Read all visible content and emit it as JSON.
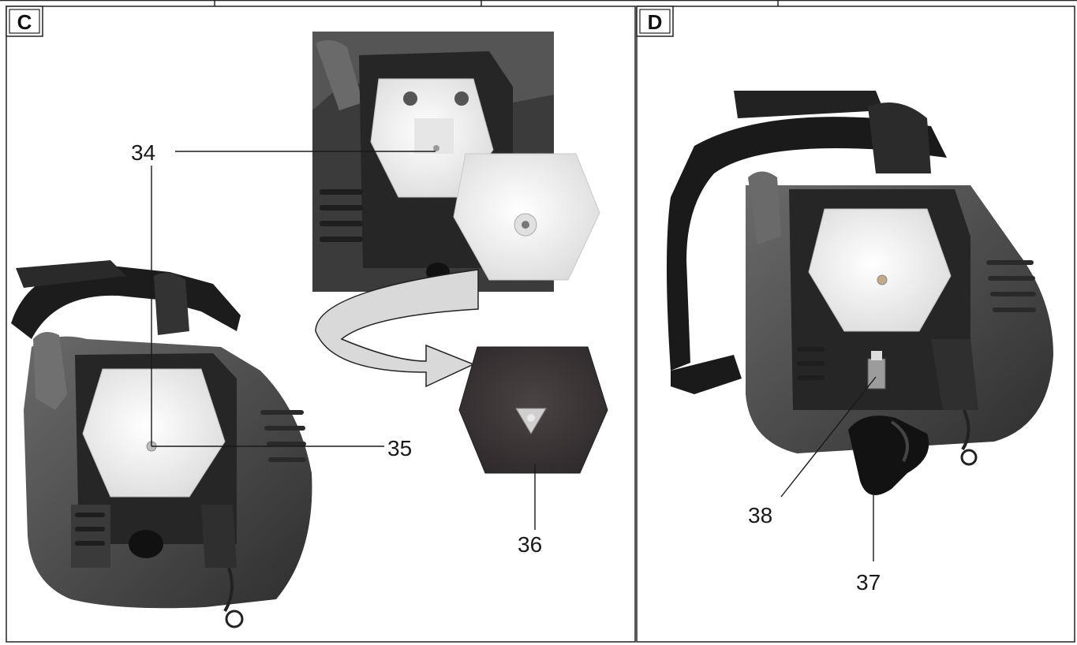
{
  "panels": [
    {
      "letter": "C",
      "callouts": [
        "34",
        "35",
        "36"
      ]
    },
    {
      "letter": "D",
      "callouts": [
        "38",
        "37"
      ]
    }
  ],
  "colors": {
    "frame": "#222222",
    "body_dark": "#3b3b3b",
    "body_mid": "#5a5a5a",
    "black": "#1c1c1c",
    "filter_white": "#f3f3f3",
    "filter_foam": "#3a3536",
    "arrow_fill": "#d9d9d9"
  }
}
